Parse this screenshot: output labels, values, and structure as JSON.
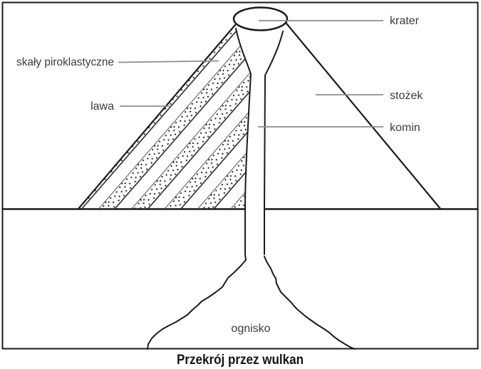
{
  "diagram": {
    "caption": "Przekrój przez wulkan",
    "labels": {
      "pyroclastic_rocks": "skały piroklastyczne",
      "lava": "lawa",
      "crater": "krater",
      "cone": "stożek",
      "chimney": "komin",
      "magma_chamber": "ognisko"
    }
  },
  "colors": {
    "outline": "#1b1b1b",
    "leader_line": "#8d8d8d",
    "label_text": "#3b3b3b",
    "caption_text": "#141414",
    "background": "#ffffff"
  }
}
